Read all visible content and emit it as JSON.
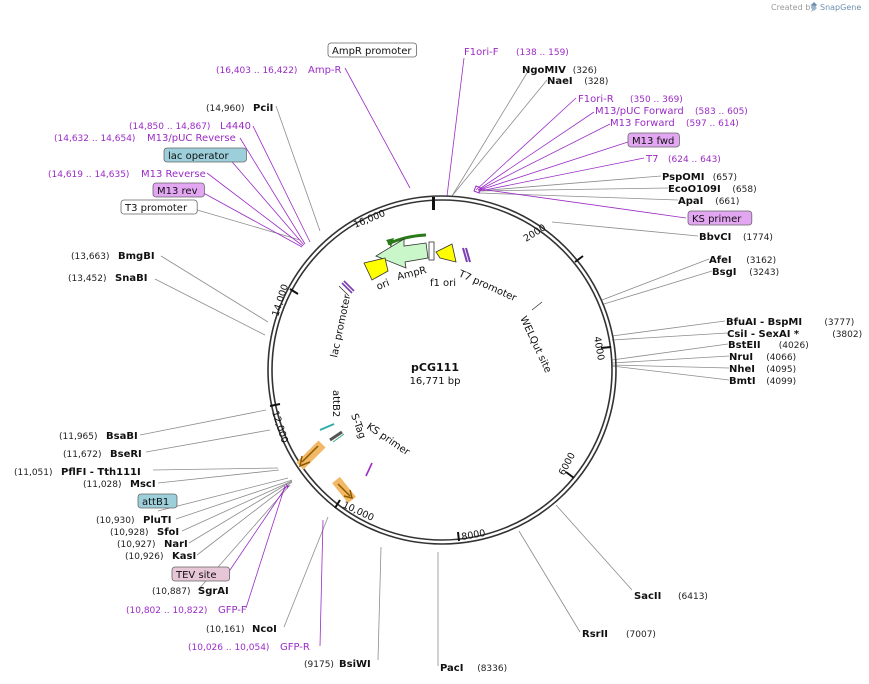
{
  "credit": {
    "prefix": "Created by",
    "brand": "SnapGene"
  },
  "plasmid": {
    "name": "pCG111",
    "size_label": "16,771 bp"
  },
  "ticks": [
    "2000",
    "4000",
    "6000",
    "8000",
    "10,000",
    "12,000",
    "14,000",
    "16,000"
  ],
  "arc_features": [
    "ori",
    "AmpR",
    "f1 ori",
    "T7 promoter",
    "WELQut site",
    "lac promoter",
    "attB2",
    "S-Tag",
    "KS primer"
  ],
  "labels": [
    {
      "id": "ampr-promoter",
      "name": "AmpR promoter",
      "pos": "",
      "style": "box-white"
    },
    {
      "id": "amp-r",
      "name": "Amp-R",
      "pos": "(16,403 .. 16,422)",
      "style": "primer"
    },
    {
      "id": "f1ori-f",
      "name": "F1ori-F",
      "pos": "(138 .. 159)",
      "style": "primer"
    },
    {
      "id": "ngomiv",
      "name": "NgoMIV",
      "pos": "(326)",
      "style": "enzyme"
    },
    {
      "id": "nael",
      "name": "NaeI",
      "pos": "(328)",
      "style": "enzyme"
    },
    {
      "id": "f1ori-r",
      "name": "F1ori-R",
      "pos": "(350 .. 369)",
      "style": "primer"
    },
    {
      "id": "m13-puc-forward",
      "name": "M13/pUC Forward",
      "pos": "(583 .. 605)",
      "style": "primer"
    },
    {
      "id": "m13-forward",
      "name": "M13 Forward",
      "pos": "(597 .. 614)",
      "style": "primer"
    },
    {
      "id": "m13-fwd",
      "name": "M13 fwd",
      "pos": "",
      "style": "box-purple"
    },
    {
      "id": "t7",
      "name": "T7",
      "pos": "(624 .. 643)",
      "style": "primer"
    },
    {
      "id": "pspomi",
      "name": "PspOMI",
      "pos": "(657)",
      "style": "enzyme"
    },
    {
      "id": "eco0109i",
      "name": "EcoO109I",
      "pos": "(658)",
      "style": "enzyme"
    },
    {
      "id": "apai",
      "name": "ApaI",
      "pos": "(661)",
      "style": "enzyme"
    },
    {
      "id": "ks-primer",
      "name": "KS primer",
      "pos": "",
      "style": "box-purple"
    },
    {
      "id": "bbvci",
      "name": "BbvCI",
      "pos": "(1774)",
      "style": "enzyme"
    },
    {
      "id": "afei",
      "name": "AfeI",
      "pos": "(3162)",
      "style": "enzyme"
    },
    {
      "id": "bsgi",
      "name": "BsgI",
      "pos": "(3243)",
      "style": "enzyme"
    },
    {
      "id": "bfuai",
      "name": "BfuAI - BspMI",
      "pos": "(3777)",
      "style": "enzyme"
    },
    {
      "id": "csii",
      "name": "CsiI - SexAI *",
      "pos": "(3802)",
      "style": "enzyme"
    },
    {
      "id": "bsteii",
      "name": "BstEII",
      "pos": "(4026)",
      "style": "enzyme"
    },
    {
      "id": "nrui",
      "name": "NruI",
      "pos": "(4066)",
      "style": "enzyme"
    },
    {
      "id": "nhei",
      "name": "NheI",
      "pos": "(4095)",
      "style": "enzyme"
    },
    {
      "id": "bmti",
      "name": "BmtI",
      "pos": "(4099)",
      "style": "enzyme"
    },
    {
      "id": "sacii",
      "name": "SacII",
      "pos": "(6413)",
      "style": "enzyme"
    },
    {
      "id": "rsrii",
      "name": "RsrII",
      "pos": "(7007)",
      "style": "enzyme"
    },
    {
      "id": "paci",
      "name": "PacI",
      "pos": "(8336)",
      "style": "enzyme"
    },
    {
      "id": "bsiwi",
      "name": "BsiWI",
      "pos": "(9175)",
      "style": "enzyme"
    },
    {
      "id": "gfp-r",
      "name": "GFP-R",
      "pos": "(10,026 .. 10,054)",
      "style": "primer"
    },
    {
      "id": "ncoi",
      "name": "NcoI",
      "pos": "(10,161)",
      "style": "enzyme"
    },
    {
      "id": "gfp-f",
      "name": "GFP-F",
      "pos": "(10,802 .. 10,822)",
      "style": "primer"
    },
    {
      "id": "sgrai",
      "name": "SgrAI",
      "pos": "(10,887)",
      "style": "enzyme"
    },
    {
      "id": "tev-site",
      "name": "TEV site",
      "pos": "",
      "style": "box-pink"
    },
    {
      "id": "kasi",
      "name": "KasI",
      "pos": "(10,926)",
      "style": "enzyme"
    },
    {
      "id": "nari",
      "name": "NarI",
      "pos": "(10,927)",
      "style": "enzyme"
    },
    {
      "id": "sfoi",
      "name": "SfoI",
      "pos": "(10,928)",
      "style": "enzyme"
    },
    {
      "id": "pluti",
      "name": "PluTI",
      "pos": "(10,930)",
      "style": "enzyme"
    },
    {
      "id": "attb1",
      "name": "attB1",
      "pos": "",
      "style": "box-teal"
    },
    {
      "id": "msci",
      "name": "MscI",
      "pos": "(11,028)",
      "style": "enzyme"
    },
    {
      "id": "pflfi",
      "name": "PflFI - Tth111I",
      "pos": "(11,051)",
      "style": "enzyme"
    },
    {
      "id": "bseri",
      "name": "BseRI",
      "pos": "(11,672)",
      "style": "enzyme"
    },
    {
      "id": "bsabi",
      "name": "BsaBI",
      "pos": "(11,965)",
      "style": "enzyme"
    },
    {
      "id": "snabi",
      "name": "SnaBI",
      "pos": "(13,452)",
      "style": "enzyme"
    },
    {
      "id": "bmgbi",
      "name": "BmgBI",
      "pos": "(13,663)",
      "style": "enzyme"
    },
    {
      "id": "t3-promoter",
      "name": "T3 promoter",
      "pos": "",
      "style": "box-white"
    },
    {
      "id": "m13-rev",
      "name": "M13 rev",
      "pos": "",
      "style": "box-purple"
    },
    {
      "id": "m13-reverse",
      "name": "M13 Reverse",
      "pos": "(14,619 .. 14,635)",
      "style": "primer"
    },
    {
      "id": "lac-operator",
      "name": "lac operator",
      "pos": "",
      "style": "box-teal"
    },
    {
      "id": "m13-puc-reverse",
      "name": "M13/pUC Reverse",
      "pos": "(14,632 .. 14,654)",
      "style": "primer"
    },
    {
      "id": "l4440",
      "name": "L4440",
      "pos": "(14,850 .. 14,867)",
      "style": "primer"
    },
    {
      "id": "pcii",
      "name": "PciI",
      "pos": "(14,960)",
      "style": "enzyme"
    }
  ],
  "colors": {
    "enzyme_line": "#8c8c8c",
    "primer": "#9b2bc6",
    "box_purple": "#e3a6f2",
    "box_teal": "#9ccfd9",
    "box_pink": "#e7c6d8",
    "ori": "#ffff00",
    "ampr": "#c9f7c9",
    "orange": "#f2b866",
    "backbone": "#333333"
  }
}
